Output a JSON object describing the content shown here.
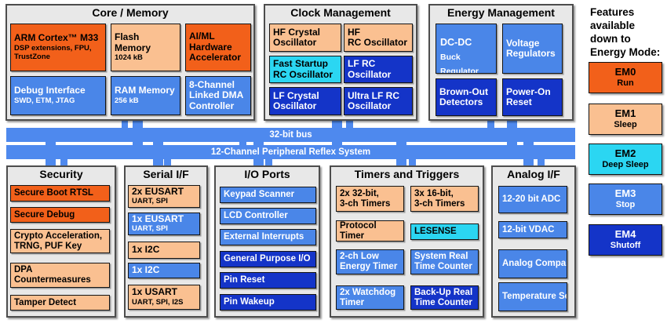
{
  "palette": {
    "orange": "#F2601A",
    "peach": "#FAC091",
    "cyan": "#2BD6F2",
    "blue": "#4A86E8",
    "dark_blue": "#1434C8",
    "bus_blue": "#4E89EE",
    "section_bg": "#E8E8E8",
    "section_border": "#4D4D4D"
  },
  "sections": {
    "core_memory": {
      "title": "Core / Memory",
      "boxes": [
        {
          "label": "ARM Cortex™ M33",
          "sub": "DSP extensions, FPU,\nTrustZone",
          "color": "orange"
        },
        {
          "label": "Flash\nMemory",
          "sub": "1024 kB",
          "color": "peach"
        },
        {
          "label": "AI/ML\nHardware\nAccelerator",
          "sub": "",
          "color": "orange"
        },
        {
          "label": "Debug Interface",
          "sub": "SWD, ETM, JTAG",
          "color": "blue"
        },
        {
          "label": "RAM Memory",
          "sub": "256 kB",
          "color": "blue"
        },
        {
          "label": "8-Channel\nLinked DMA\nController",
          "sub": "",
          "color": "blue"
        }
      ]
    },
    "clock_management": {
      "title": "Clock Management",
      "boxes": [
        {
          "label": "HF Crystal\nOscillator",
          "color": "peach"
        },
        {
          "label": "HF\nRC Oscillator",
          "color": "peach"
        },
        {
          "label": "Fast Startup\nRC Oscillator",
          "color": "cyan"
        },
        {
          "label": "LF RC\nOscillator",
          "color": "dark_blue"
        },
        {
          "label": "LF Crystal\nOscillator",
          "color": "dark_blue"
        },
        {
          "label": "Ultra LF RC\nOscillator",
          "color": "dark_blue"
        }
      ]
    },
    "energy_management": {
      "title": "Energy Management",
      "boxes": [
        {
          "label": "DC-DC",
          "sub": "Buck Regulator",
          "color": "blue"
        },
        {
          "label": "Voltage\nRegulators",
          "color": "blue"
        },
        {
          "label": "Brown-Out\nDetectors",
          "color": "dark_blue"
        },
        {
          "label": "Power-On\nReset",
          "color": "dark_blue"
        }
      ]
    },
    "security": {
      "title": "Security",
      "boxes": [
        {
          "label": "Secure Boot RTSL",
          "color": "orange"
        },
        {
          "label": "Secure Debug",
          "color": "orange"
        },
        {
          "label": "Crypto Acceleration,\nTRNG, PUF Key",
          "color": "peach"
        },
        {
          "label": "DPA\nCountermeasures",
          "color": "peach"
        },
        {
          "label": "Tamper Detect",
          "color": "peach"
        }
      ]
    },
    "serial_if": {
      "title": "Serial I/F",
      "boxes": [
        {
          "label": "2x EUSART",
          "sub": "UART, SPI",
          "color": "peach"
        },
        {
          "label": "1x EUSART",
          "sub": "UART, SPI",
          "color": "blue"
        },
        {
          "label": "1x I2C",
          "color": "peach"
        },
        {
          "label": "1x I2C",
          "color": "blue"
        },
        {
          "label": "1x USART",
          "sub": "UART, SPI, I2S",
          "color": "peach"
        }
      ]
    },
    "io_ports": {
      "title": "I/O Ports",
      "boxes": [
        {
          "label": "Keypad Scanner",
          "color": "blue"
        },
        {
          "label": "LCD Controller",
          "color": "blue"
        },
        {
          "label": "External Interrupts",
          "color": "blue"
        },
        {
          "label": "General Purpose I/O",
          "color": "dark_blue"
        },
        {
          "label": "Pin Reset",
          "color": "dark_blue"
        },
        {
          "label": "Pin Wakeup",
          "color": "dark_blue"
        }
      ]
    },
    "timers_triggers": {
      "title": "Timers and Triggers",
      "boxes": [
        {
          "label": "2x 32-bit,\n3-ch Timers",
          "color": "peach"
        },
        {
          "label": "3x 16-bit,\n3-ch Timers",
          "color": "peach"
        },
        {
          "label": "Protocol\nTimer",
          "color": "peach"
        },
        {
          "label": "LESENSE",
          "color": "cyan"
        },
        {
          "label": "2-ch Low\nEnergy Timer",
          "color": "blue"
        },
        {
          "label": "System Real\nTime Counter",
          "color": "blue"
        },
        {
          "label": "2x Watchdog\nTimer",
          "color": "blue"
        },
        {
          "label": "Back-Up Real\nTime Counter",
          "color": "dark_blue"
        }
      ]
    },
    "analog_if": {
      "title": "Analog I/F",
      "boxes": [
        {
          "label": "12-20 bit ADC",
          "color": "blue"
        },
        {
          "label": "12-bit VDAC",
          "color": "blue"
        },
        {
          "label": "Analog\nComparator",
          "color": "blue"
        },
        {
          "label": "Temperature\nSensor",
          "color": "blue"
        }
      ]
    }
  },
  "buses": {
    "bus1": "32-bit bus",
    "bus2": "12-Channel Peripheral Reflex System"
  },
  "legend": {
    "heading": "Features\navailable\ndown to\nEnergy Mode:",
    "modes": [
      {
        "label": "EM0",
        "sub": "Run",
        "color": "orange"
      },
      {
        "label": "EM1",
        "sub": "Sleep",
        "color": "peach"
      },
      {
        "label": "EM2",
        "sub": "Deep Sleep",
        "color": "cyan"
      },
      {
        "label": "EM3",
        "sub": "Stop",
        "color": "blue"
      },
      {
        "label": "EM4",
        "sub": "Shutoff",
        "color": "dark_blue"
      }
    ]
  }
}
